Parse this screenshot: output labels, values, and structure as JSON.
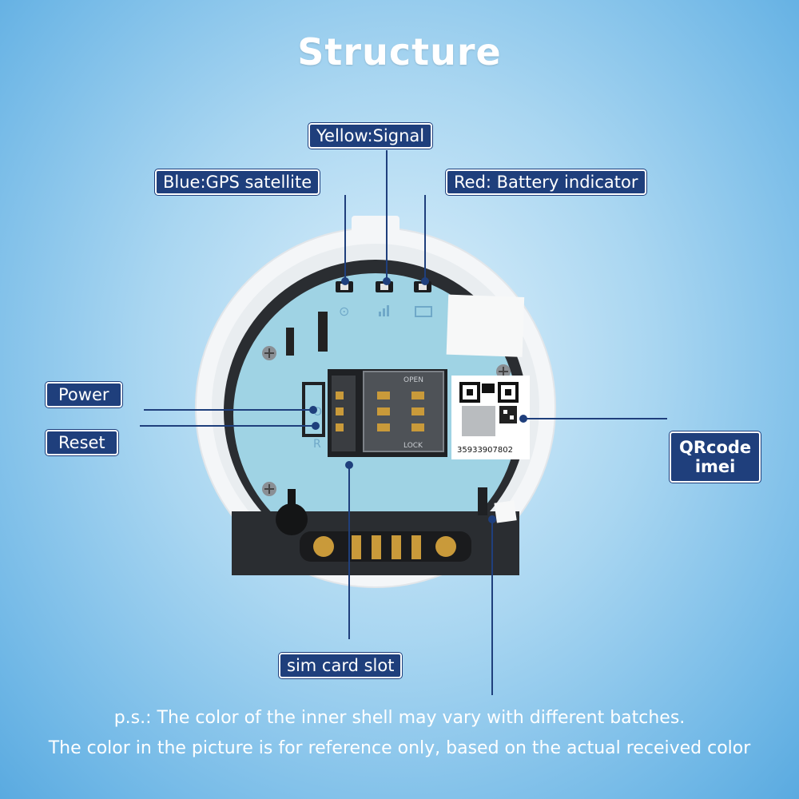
{
  "title": "Structure",
  "labels": {
    "signal": "Yellow:Signal",
    "gps": "Blue:GPS satellite",
    "battery": "Red: Battery indicator",
    "power": "Power",
    "reset": "Reset",
    "qrcode_line1": "QRcode",
    "qrcode_line2": "imei",
    "sim": "sim card slot"
  },
  "device": {
    "imei_text": "35933907802",
    "sim_open": "OPEN",
    "sim_lock": "LOCK",
    "power_mark": "O",
    "reset_mark": "R"
  },
  "notes": {
    "line1": "p.s.:  The color of the inner shell may vary with different batches.",
    "line2": "The color in the picture is for reference only, based on the actual received color"
  },
  "colors": {
    "label_bg": "#1f3f7c",
    "board": "#9fd3e4",
    "background": "#6fb7e6"
  }
}
